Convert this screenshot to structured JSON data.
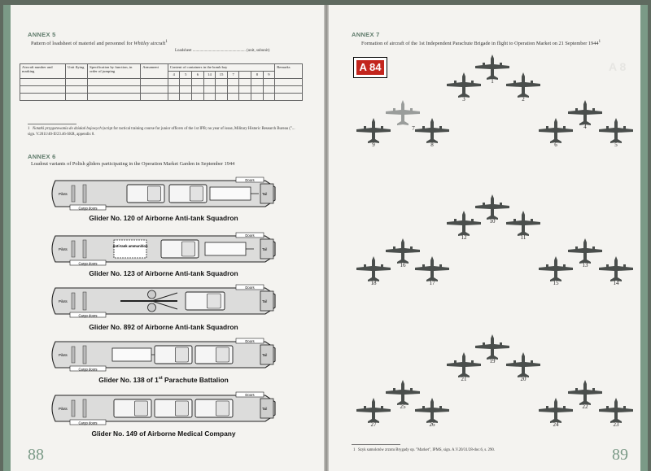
{
  "left": {
    "annex5": {
      "heading": "ANNEX 5",
      "subtitle_pre": "Pattern of loadsheet of materiel and personnel for ",
      "subtitle_italic": "Whitley",
      "subtitle_post": " aircraft",
      "subtitle_mark": "1",
      "loadsheet_line": "Loadsheet .................................................... (unit, subunit)",
      "table": {
        "col_aircraft": "Aircraft number and marking",
        "col_unit": "Unit flying",
        "col_spec": "Specification by function, in order of jumping",
        "col_armament": "Armament",
        "col_containers": "Content of containers in the bomb bay",
        "container_numbers": [
          "4",
          "5",
          "6",
          "14",
          "15",
          "7",
          "",
          "8",
          "9"
        ],
        "col_remarks": "Remarks"
      },
      "footnote_num": "1",
      "footnote_italic": "Notatki przygotowania do działań bojowych",
      "footnote_text": " (script for tactical training course for junior officers of the 1st IPB; no year of issue, Military Historic Research Bureau (\"... sign. V.2011/40-II/23.46-SKR, appendix 8."
    },
    "annex6": {
      "heading": "ANNEX 6",
      "subtitle": "Loadout variants of Polish gliders participating in the Operation Market Garden in September 1944",
      "gliders": [
        {
          "caption": "Glider No. 120 of Airborne Anti-tank Squadron"
        },
        {
          "caption": "Glider No. 123 of Airborne Anti-tank Squadron",
          "crate": "Anti-tank ammunition"
        },
        {
          "caption": "Glider No. 892 of Airborne Anti-tank Squadron"
        },
        {
          "caption_pre": "Glider No. 138 of 1",
          "caption_sup": "st",
          "caption_post": " Parachute Battalion"
        },
        {
          "caption": "Glider No. 149 of Airborne Medical Company"
        }
      ],
      "labels": {
        "doors": "Doors",
        "pilots": "Pilots",
        "tail": "Tail",
        "cargo": "Cargo doors"
      }
    },
    "page_number": "88"
  },
  "right": {
    "annex7": {
      "heading": "ANNEX 7",
      "subtitle": "Formation of aircraft of the 1st Independent Parachute Brigade in flight to Operation Market on 21 September 1944",
      "subtitle_mark": "1"
    },
    "badge": "A 84",
    "ghost_badge": "A 8",
    "plane_numbers": [
      "1",
      "2",
      "3",
      "4",
      "5",
      "6",
      "7",
      "8",
      "9",
      "10",
      "11",
      "12",
      "13",
      "14",
      "15",
      "16",
      "17",
      "18",
      "19",
      "20",
      "21",
      "22",
      "23",
      "24",
      "25",
      "26",
      "27"
    ],
    "footnote_num": "1",
    "footnote_text": "Szyk samolotów zrzutu Brygady op. \"Market\", IPMS, sign. A.V.20/31/28-doc.6, s. 290.",
    "page_number": "89"
  },
  "colors": {
    "accent": "#7b9a87",
    "badge_red": "#c3251d",
    "plane_dark": "#4a4e4c",
    "plane_light": "#9a9d9b"
  }
}
